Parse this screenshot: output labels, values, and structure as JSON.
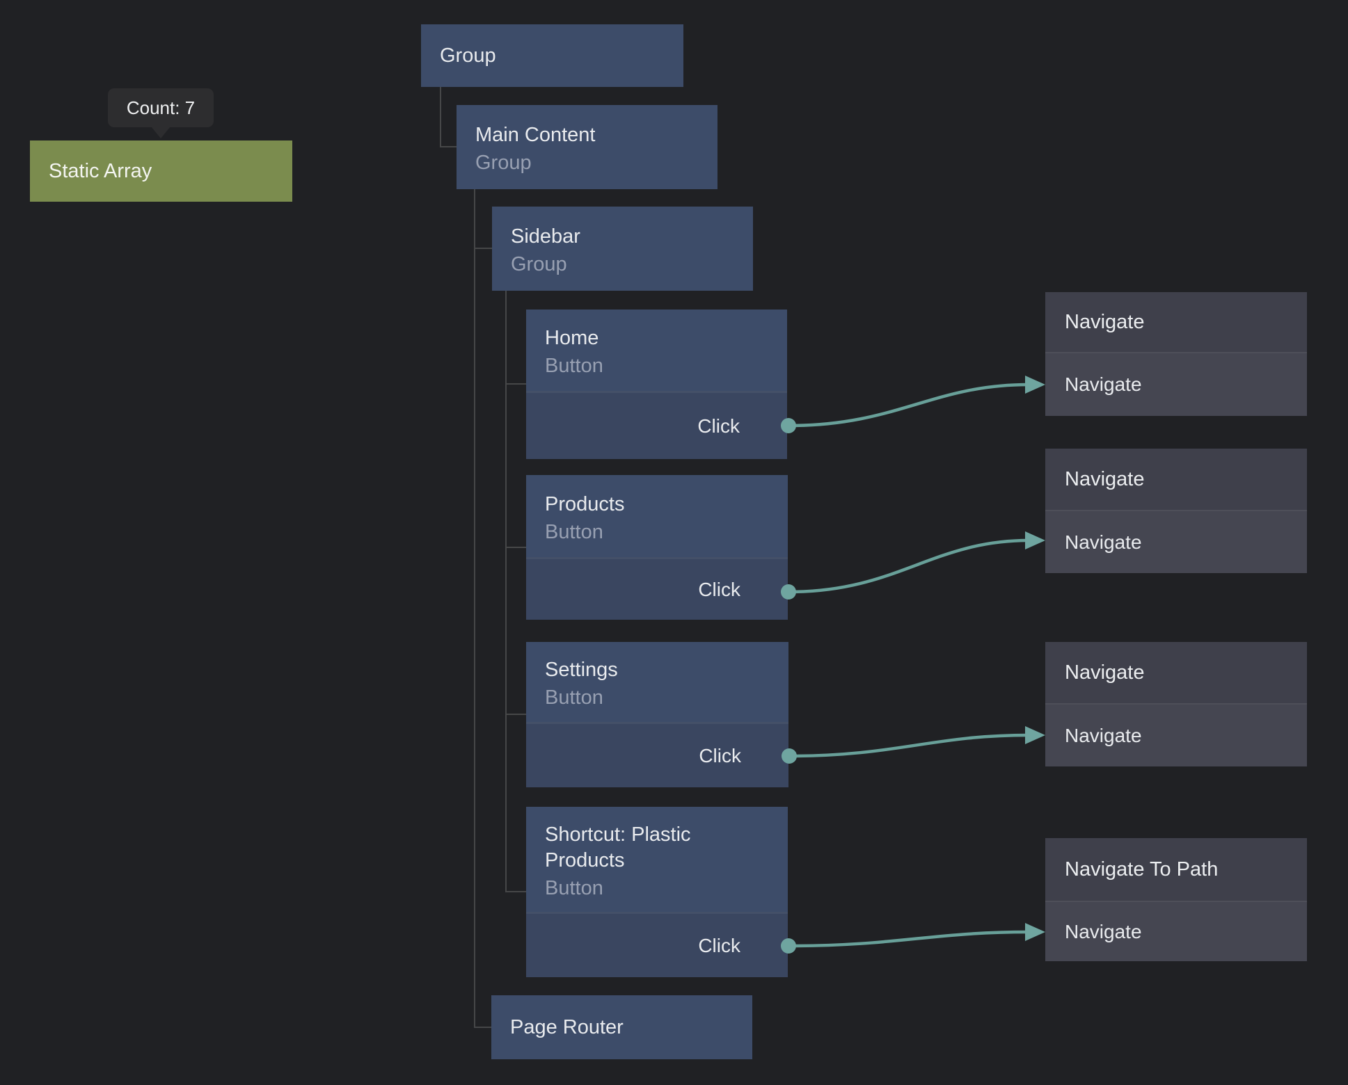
{
  "canvas": {
    "background": "#202124"
  },
  "palette": {
    "visual_node": "#3d4c69",
    "visual_node_port_section": "#3a4660",
    "logic_node_header": "#3f404b",
    "logic_node_row": "#454651",
    "data_node": "#7b8c4e",
    "connection_teal": "#68a099",
    "port_circle": "#6fa5a0",
    "tooltip_bg": "#2d2d2f",
    "subtitle_text": "#98a0b2",
    "title_text": "#e9ebee",
    "tree_line": "#464748"
  },
  "tooltip": {
    "label": "Count: 7"
  },
  "nodes": {
    "static_array": {
      "title": "Static Array"
    },
    "group": {
      "title": "Group"
    },
    "main_content": {
      "title": "Main Content",
      "type": "Group"
    },
    "sidebar": {
      "title": "Sidebar",
      "type": "Group"
    },
    "home": {
      "title": "Home",
      "type": "Button",
      "output_port": "Click"
    },
    "products": {
      "title": "Products",
      "type": "Button",
      "output_port": "Click"
    },
    "settings": {
      "title": "Settings",
      "type": "Button",
      "output_port": "Click"
    },
    "shortcut": {
      "title": "Shortcut: Plastic Products",
      "type": "Button",
      "output_port": "Click"
    },
    "page_router": {
      "title": "Page Router"
    },
    "navigate_1": {
      "title": "Navigate",
      "input_port": "Navigate"
    },
    "navigate_2": {
      "title": "Navigate",
      "input_port": "Navigate"
    },
    "navigate_3": {
      "title": "Navigate",
      "input_port": "Navigate"
    },
    "navigate_to_path": {
      "title": "Navigate To Path",
      "input_port": "Navigate"
    }
  }
}
